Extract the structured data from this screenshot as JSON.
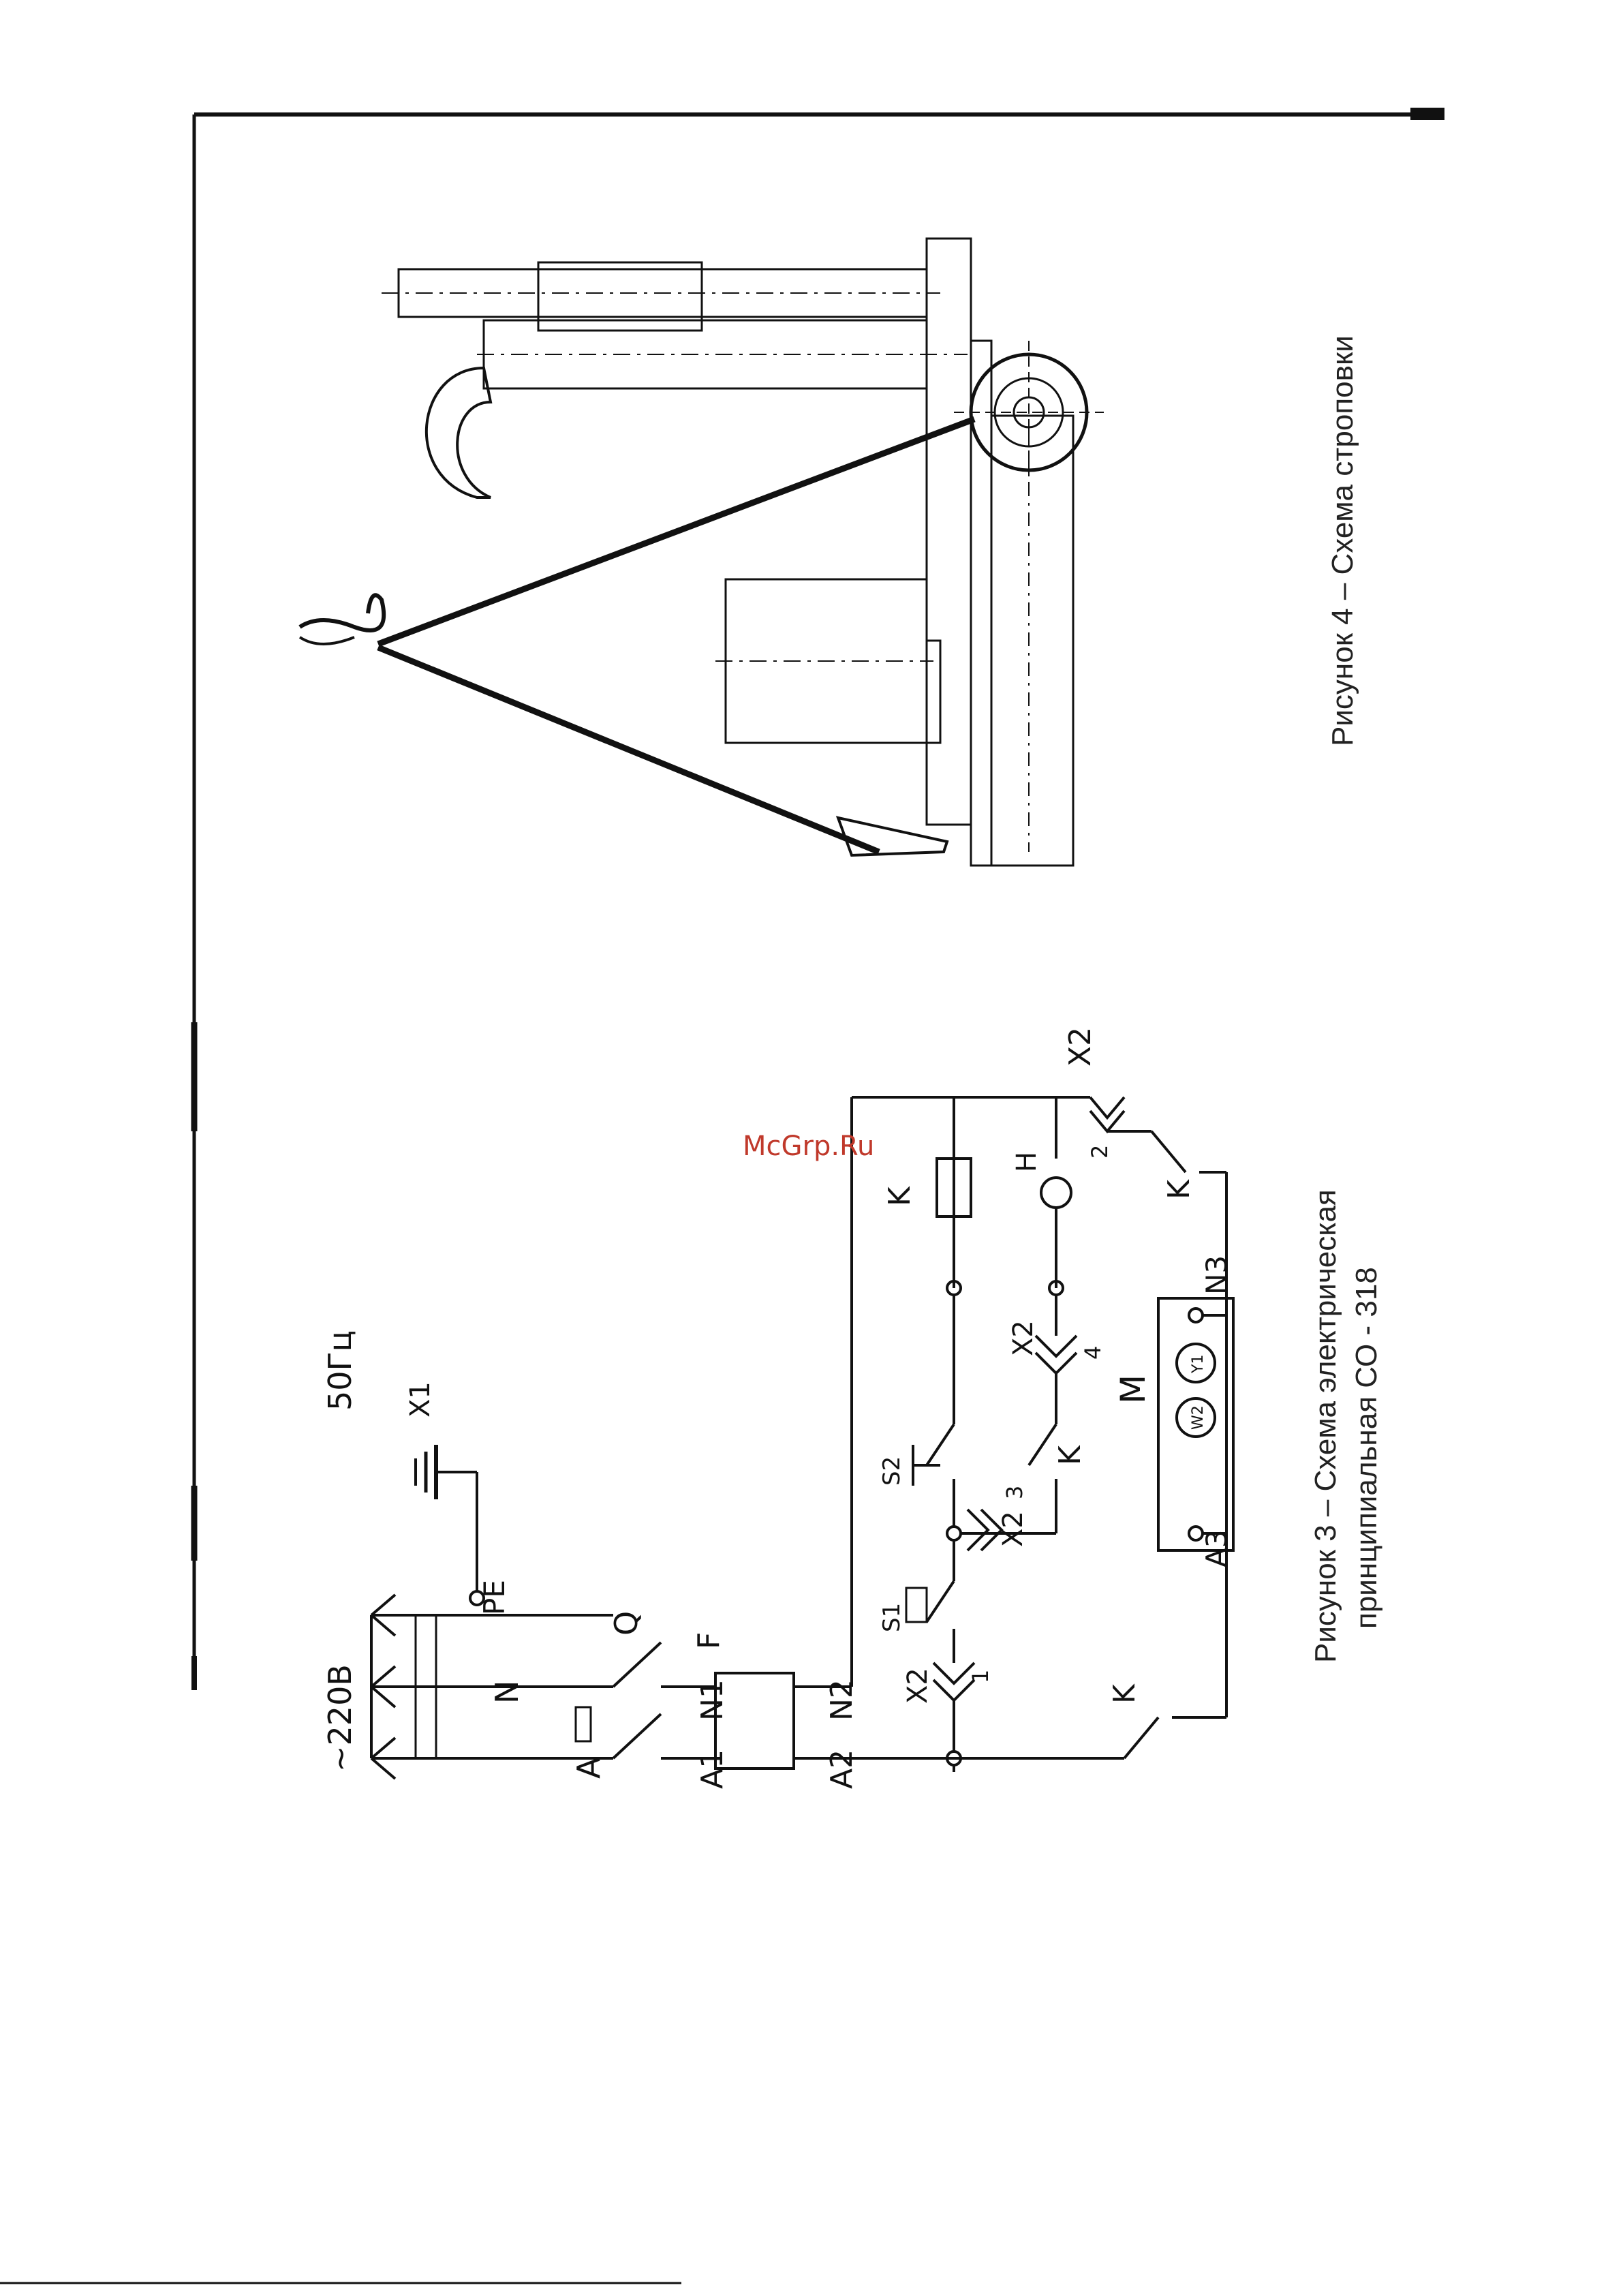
{
  "colors": {
    "ink": "#111111",
    "watermark": "#c0392b",
    "paper": "#ffffff"
  },
  "watermark": "McGrp.Ru",
  "figure3": {
    "caption_line1": "Рисунок 3 – Схема электрическая",
    "caption_line2": "принципиальная  СО - 318",
    "labels": {
      "voltage": "~220В",
      "frequency": "50Гц",
      "line_a": "A",
      "line_n": "N",
      "pe": "PE",
      "switch_q": "Q",
      "ground_x1": "X1",
      "a1": "A1",
      "n1": "N1",
      "f": "F",
      "a2": "A2",
      "n2": "N2",
      "x2_top": "X2",
      "x2_1": "X2",
      "x2_3": "X2",
      "x2_4": "X2",
      "s1": "S1",
      "s2": "S2",
      "k_coil": "K",
      "h_lamp": "H",
      "k_contact_mid": "K",
      "k_contact_top": "K",
      "k_contact_bottom": "K",
      "m": "M",
      "a3": "A3",
      "n3": "N3",
      "w2": "W2",
      "y1": "Y1",
      "n_1": "1",
      "n_2": "2",
      "n_3": "3",
      "n_4": "4"
    }
  },
  "figure4": {
    "caption": "Рисунок 4 – Схема строповки"
  }
}
